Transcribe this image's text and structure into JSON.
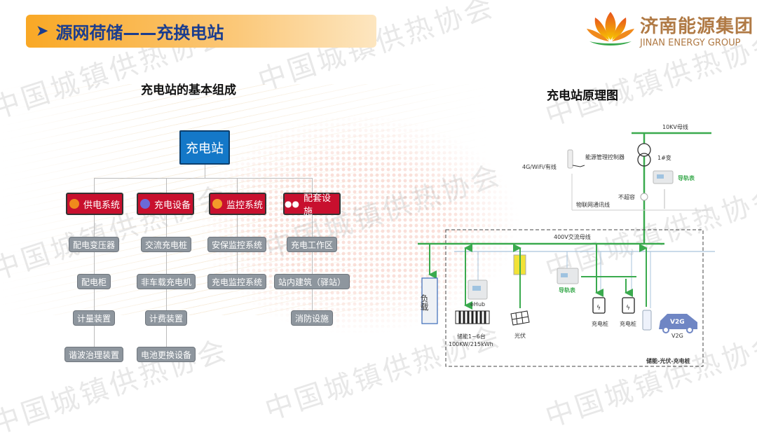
{
  "header": {
    "title": "源网荷储——充换电站"
  },
  "logo": {
    "cn": "济南能源集团",
    "en": "JINAN ENERGY GROUP"
  },
  "watermark": "中国城镇供热协会",
  "left": {
    "title": "充电站的基本组成",
    "root": "充电站",
    "categories": [
      {
        "label": "供电系统",
        "icon": "plug-icon",
        "items": [
          "配电变压器",
          "配电柜",
          "计量装置",
          "谐波治理装置"
        ]
      },
      {
        "label": "充电设备",
        "icon": "thermometer-icon",
        "items": [
          "交流充电桩",
          "非车载充电机",
          "计费装置",
          "电池更换设备"
        ]
      },
      {
        "label": "监控系统",
        "icon": "bulb-icon",
        "items": [
          "安保监控系统",
          "充电监控系统"
        ]
      },
      {
        "label": "配套设施",
        "icon": "people-icon",
        "items": [
          "充电工作区",
          "站内建筑（驿站）",
          "消防设施"
        ]
      }
    ]
  },
  "right": {
    "title": "充电站原理图",
    "labels": {
      "bus10kv": "10KV母线",
      "transformer": "1#变",
      "meter": "导轨表",
      "controller": "能源管理控制器",
      "comm": "4G/WiFi/有线",
      "no_overcap": "不超容",
      "iot_line": "物联网通讯线",
      "bus400v": "400V交流母线",
      "load": "负载",
      "ehub": "eHub",
      "storage1": "储能1~6台",
      "storage2": "100KW/215kWh",
      "pv": "光伏",
      "meter2": "导轨表",
      "pile1": "充电桩",
      "pile2": "充电桩",
      "v2g": "V2G",
      "car": "V2G",
      "box": "储能-光伏-充电桩"
    }
  },
  "colors": {
    "green": "#3aaa4e",
    "red": "#c8102e",
    "blue": "#1478c8",
    "title": "#1a3d8f"
  }
}
